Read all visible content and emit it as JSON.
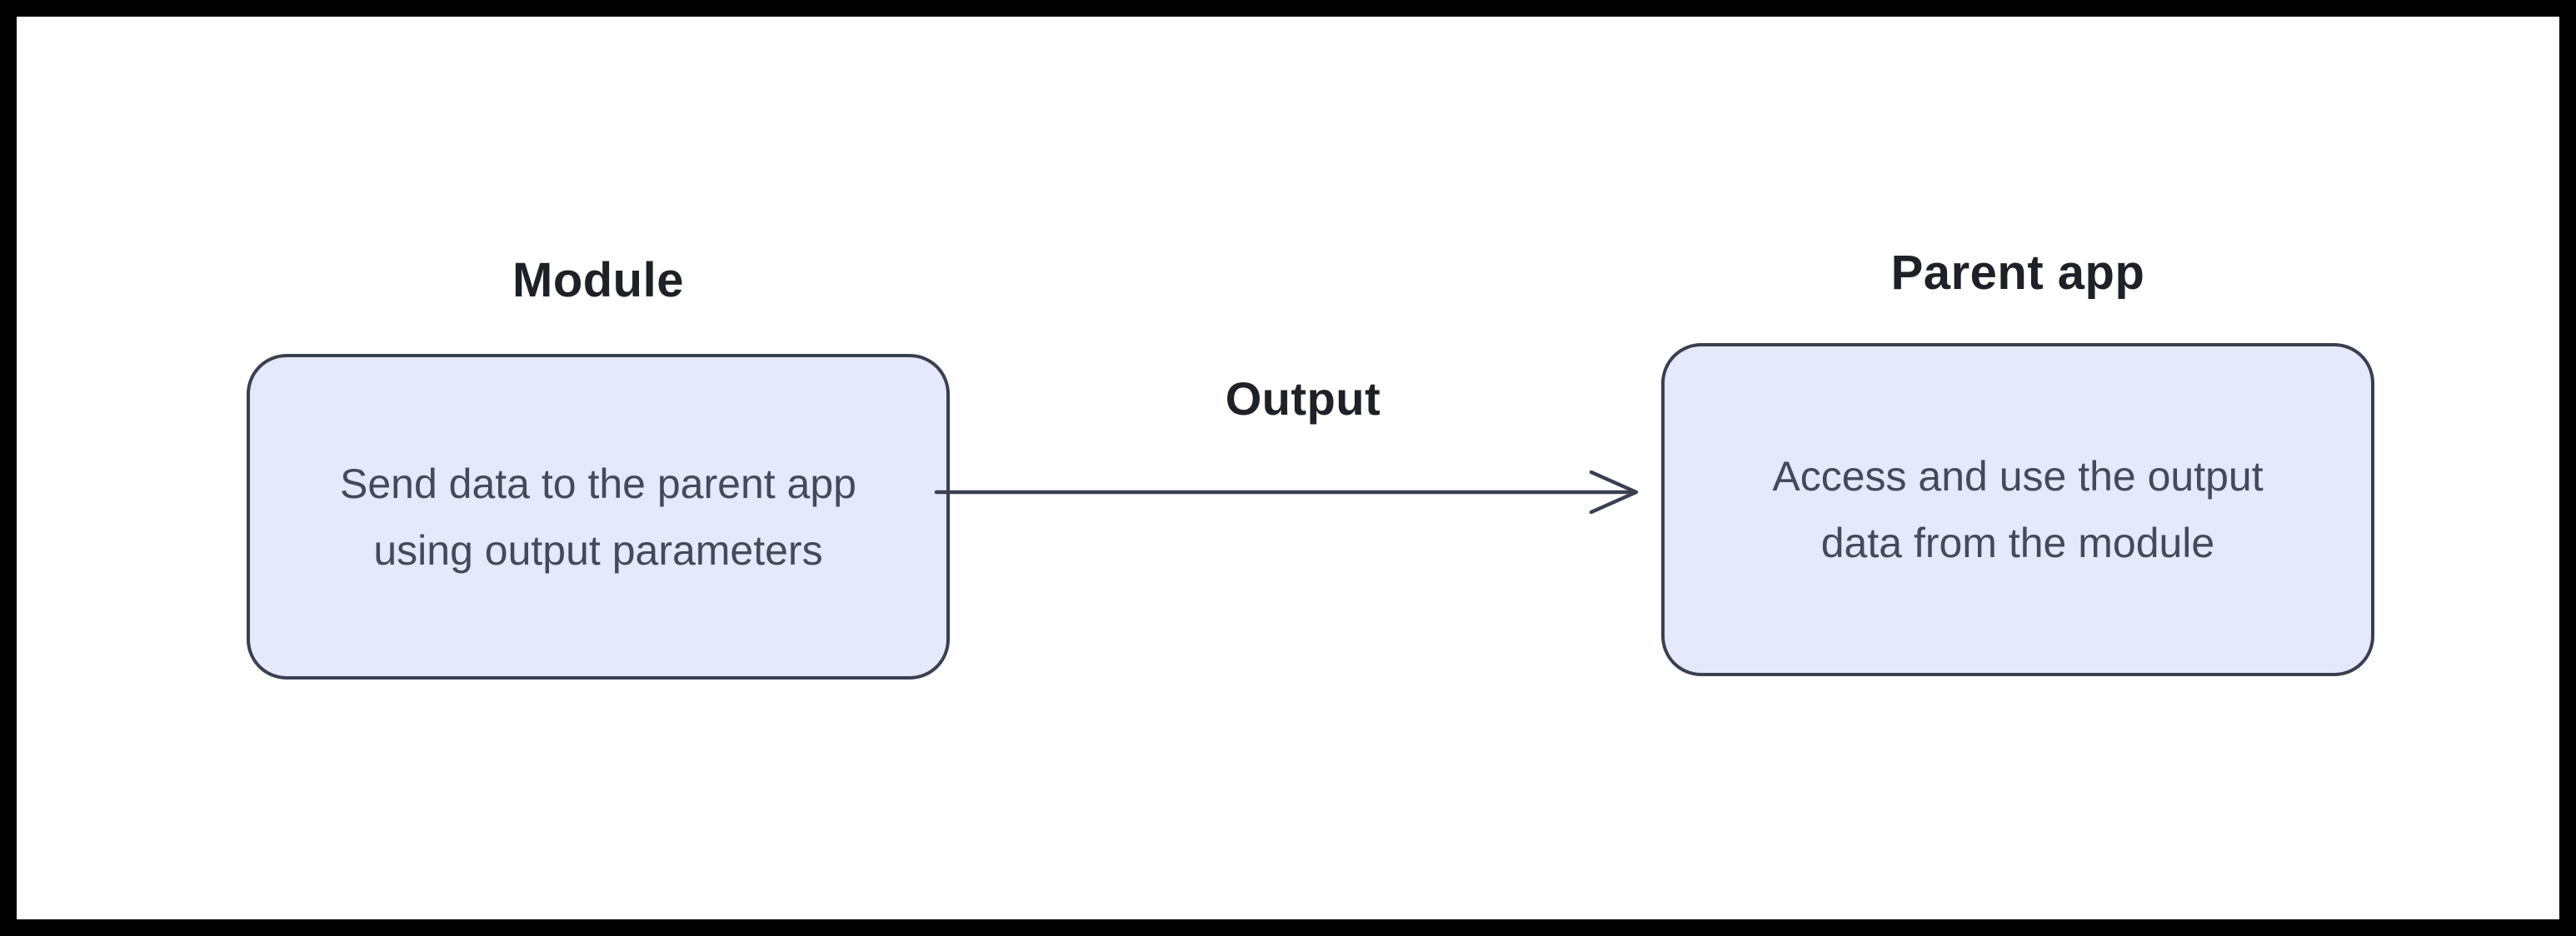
{
  "diagram": {
    "nodes": {
      "module": {
        "title": "Module",
        "body": "Send data to the parent app\nusing output parameters"
      },
      "parent": {
        "title": "Parent app",
        "body": "Access and use the output\ndata from the module"
      }
    },
    "edge": {
      "label": "Output"
    }
  },
  "colors": {
    "node_fill": "#e4e9fb",
    "node_border": "#3a4050",
    "arrow": "#3a4050",
    "title_text": "#1f2128",
    "body_text": "#434a5b",
    "frame": "#000000",
    "canvas": "#ffffff"
  }
}
